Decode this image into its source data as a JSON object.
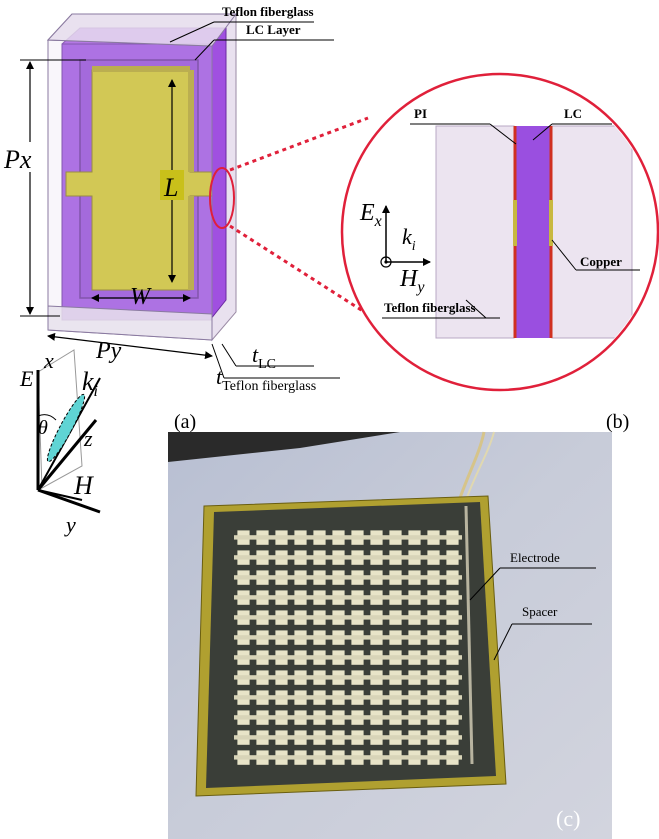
{
  "panel_a": {
    "label_teflon_top": "Teflon fiberglass",
    "label_lc_layer": "LC Layer",
    "dim_px": "Px",
    "dim_l": "L",
    "dim_w": "W",
    "dim_py": "Py",
    "t_lc": "t",
    "t_lc_sub": "LC",
    "t_teflon": "t",
    "t_teflon_sub": "Teflon fiberglass",
    "panel_label": "(a)",
    "axis_e": "E",
    "axis_x": "x",
    "axis_k": "k",
    "axis_k_sub": "i",
    "axis_theta": "θ",
    "axis_z": "z",
    "axis_h": "H",
    "axis_y": "y"
  },
  "panel_b": {
    "label_pi": "PI",
    "label_lc": "LC",
    "label_copper": "Copper",
    "label_teflon": "Teflon fiberglass",
    "field_e": "E",
    "field_e_sub": "x",
    "field_k": "k",
    "field_k_sub": "i",
    "field_h": "H",
    "field_h_sub": "y",
    "panel_label": "(b)"
  },
  "panel_c": {
    "label_electrode": "Electrode",
    "label_spacer": "Spacer",
    "panel_label": "(c)",
    "grid_rows": 12,
    "grid_cols": 12
  },
  "colors": {
    "purple": "#9a4fe0",
    "gold": "#c8c019",
    "teflon": "#ece4f0",
    "red_circle": "#e0203a",
    "copper": "#d03020"
  }
}
